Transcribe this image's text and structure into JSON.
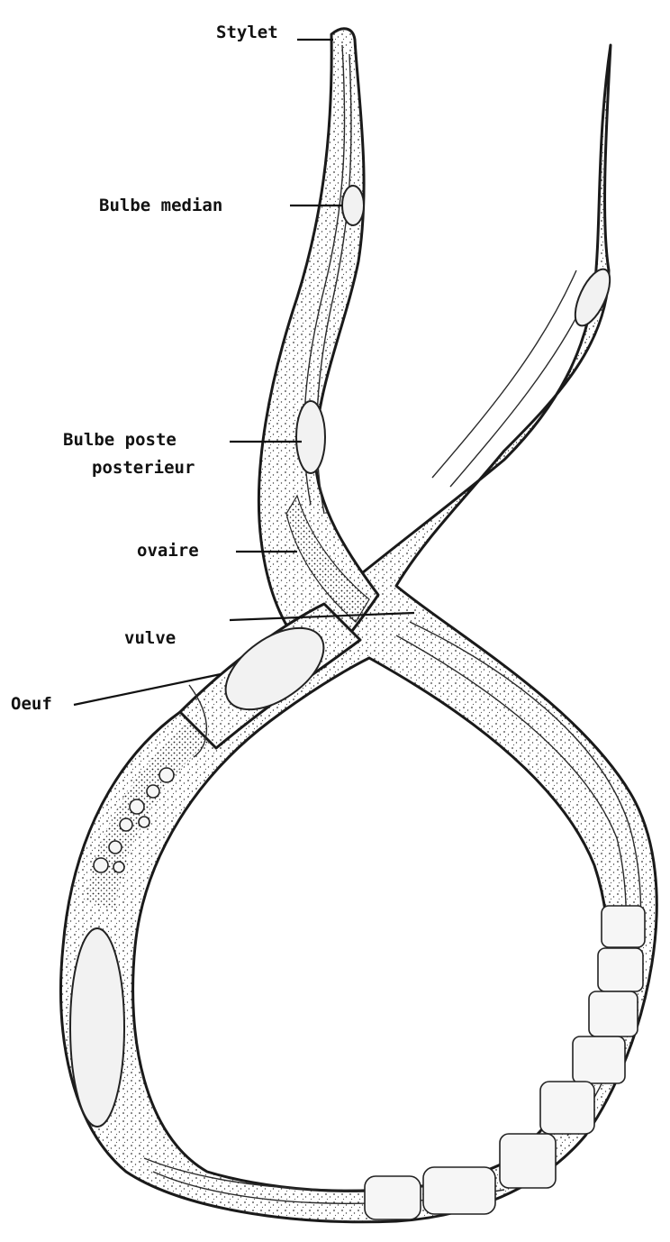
{
  "labels": {
    "stylet": "Stylet",
    "bulbe_median": "Bulbe median",
    "bulbe_poste": "Bulbe poste",
    "posterieur": "posterieur",
    "ovaire": "ovaire",
    "vulve": "vulve",
    "oeuf": "Oeuf"
  },
  "colors": {
    "ink": "#111111",
    "paper": "#ffffff",
    "stipple": "#3a3a3a"
  }
}
